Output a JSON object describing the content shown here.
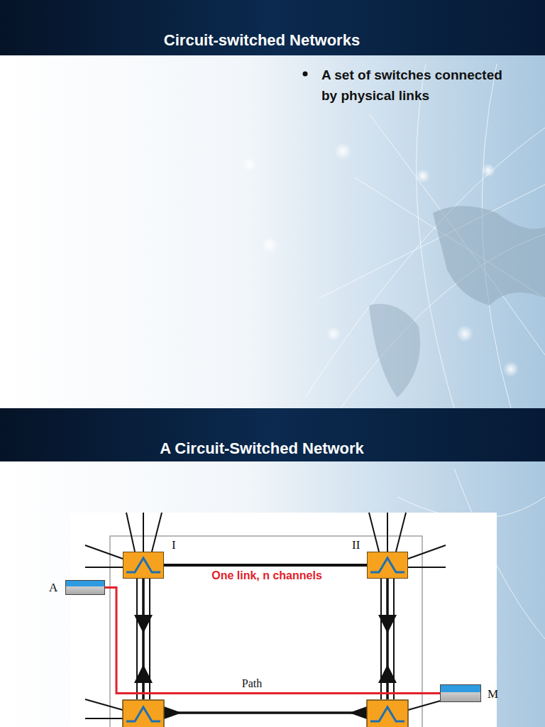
{
  "diagram": {
    "nodes": [
      {
        "text": [
          "Circuit-switched Networks",
          "A set of switches connected by physical links"
        ]
      },
      {
        "text": [
          "A Circuit-Switched Network"
        ]
      },
      {
        "text": [
          "I"
        ],
        "in": 1
      },
      {
        "text": [
          "II"
        ],
        "in": 1
      },
      {
        "text": [
          "A"
        ],
        "in": 1
      },
      {
        "text": [
          "M"
        ],
        "in": 1
      }
    ],
    "edges": [
      {
        "from": 2,
        "to": 3,
        "label": "One link, n channels",
        "arrow": "both"
      },
      {
        "from": 4,
        "to": 5,
        "label": "Path",
        "arrow": "to"
      }
    ]
  }
}
